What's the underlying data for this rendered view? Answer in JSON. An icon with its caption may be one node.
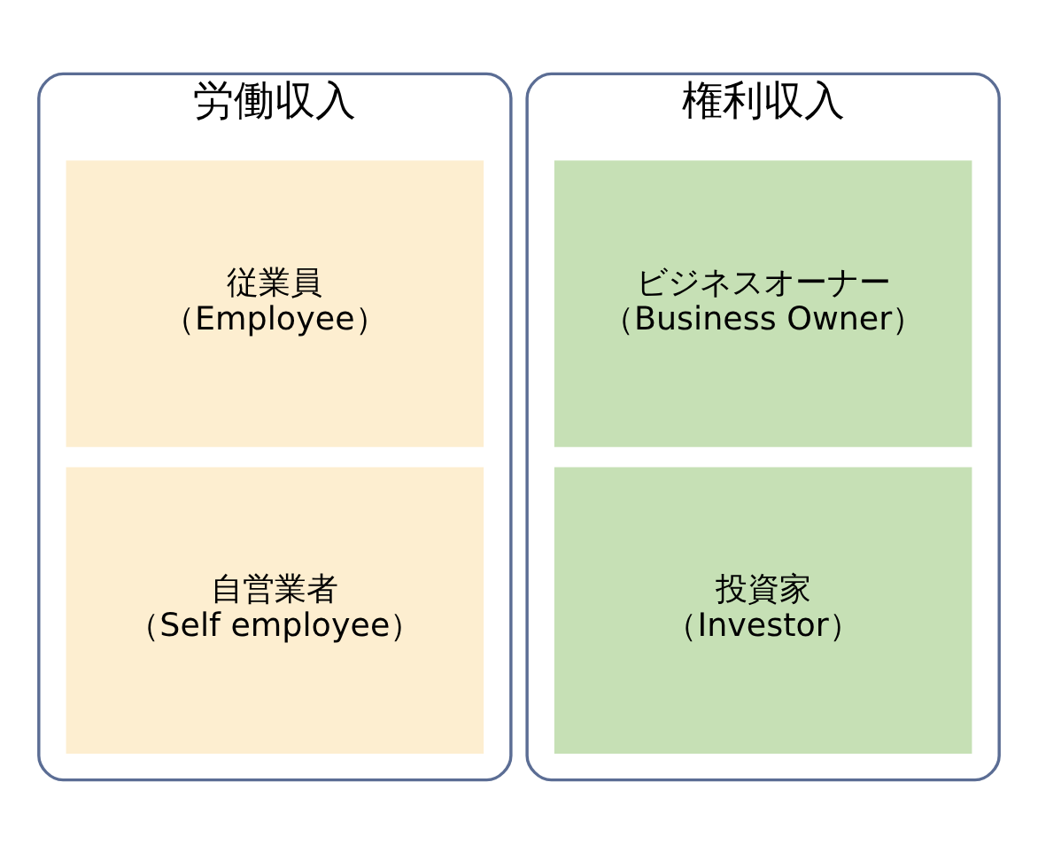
{
  "diagram": {
    "nodes": [
      {
        "text": [
          "労働収入"
        ]
      },
      {
        "text": [
          "従業員（Employee）"
        ],
        "in": 0
      },
      {
        "text": [
          "自営業者（Self employee）"
        ],
        "in": 0
      },
      {
        "text": [
          "権利収入"
        ]
      },
      {
        "text": [
          "ビジネスオーナー（Business Owner）"
        ],
        "in": 3
      },
      {
        "text": [
          "投資家（Investor）"
        ],
        "in": 3
      }
    ],
    "edges": []
  }
}
